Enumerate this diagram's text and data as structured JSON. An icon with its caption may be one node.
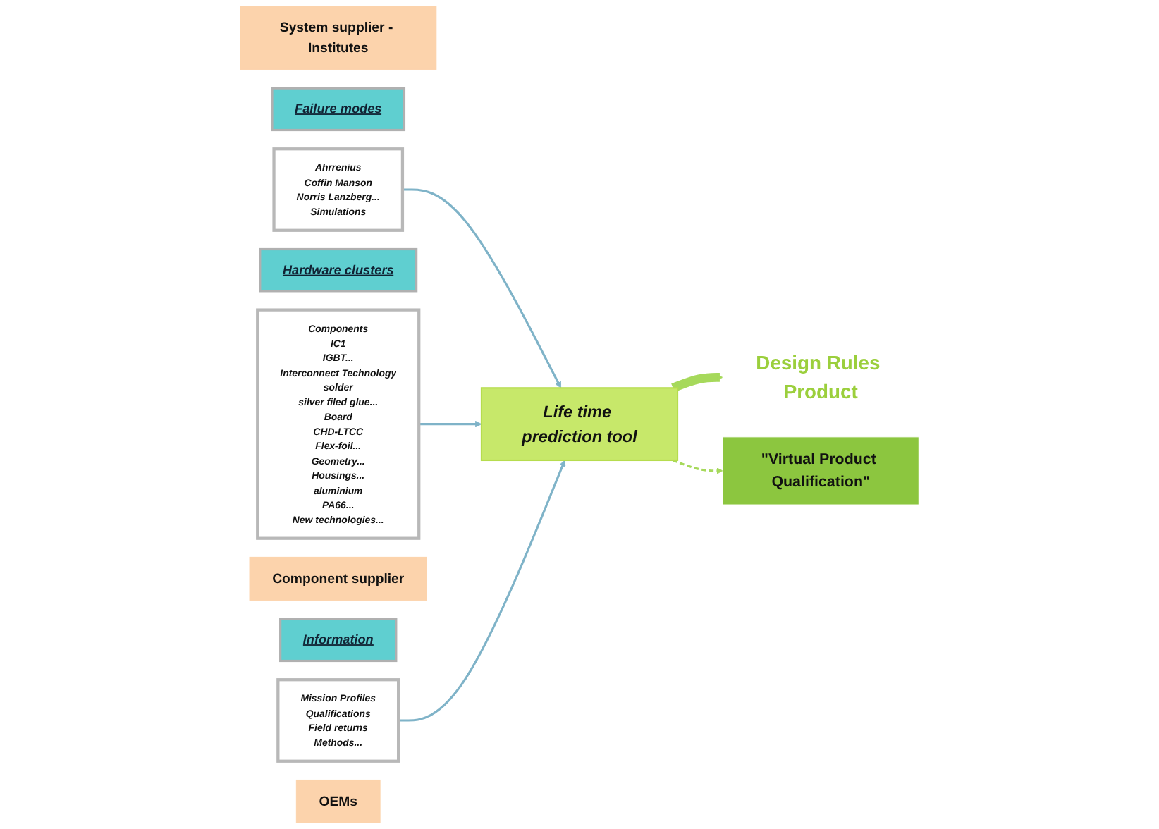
{
  "diagram": {
    "nodes": [
      {
        "text": [
          "System supplier - Institutes"
        ]
      },
      {
        "text": [
          "Failure modes"
        ]
      },
      {
        "text": [
          "Ahrrenius",
          "Coffin Manson",
          "Norris Lanzberg...",
          "Simulations"
        ]
      },
      {
        "text": [
          "Hardware clusters"
        ]
      },
      {
        "text": [
          "Components",
          "IC1",
          "IGBT...",
          "Interconnect Technology",
          "solder",
          "silver filed glue...",
          "Board",
          "CHD-LTCC",
          "Flex-foil...",
          "Geometry...",
          "Housings...",
          "aluminium",
          "PA66...",
          "New technologies..."
        ]
      },
      {
        "text": [
          "Component supplier"
        ]
      },
      {
        "text": [
          "Life time prediction tool"
        ]
      },
      {
        "text": [
          "Information"
        ]
      },
      {
        "text": [
          "Mission Profiles",
          "Qualifications",
          "Field returns",
          "Methods..."
        ]
      },
      {
        "text": [
          "OEMs"
        ]
      },
      {
        "text": [
          "Design Rules Product"
        ]
      },
      {
        "text": [
          "\"Virtual Product Qualification\""
        ]
      }
    ],
    "edges": [
      {
        "from": 2,
        "to": 6,
        "arrow": "to"
      },
      {
        "from": 4,
        "to": 6,
        "arrow": "to"
      },
      {
        "from": 8,
        "to": 6,
        "arrow": "to"
      },
      {
        "from": 6,
        "to": 10,
        "arrow": "to",
        "style": "thick",
        "color": "#a6d95b"
      },
      {
        "from": 6,
        "to": 11,
        "arrow": "to",
        "style": "dashed",
        "color": "#a6d95b"
      }
    ]
  }
}
